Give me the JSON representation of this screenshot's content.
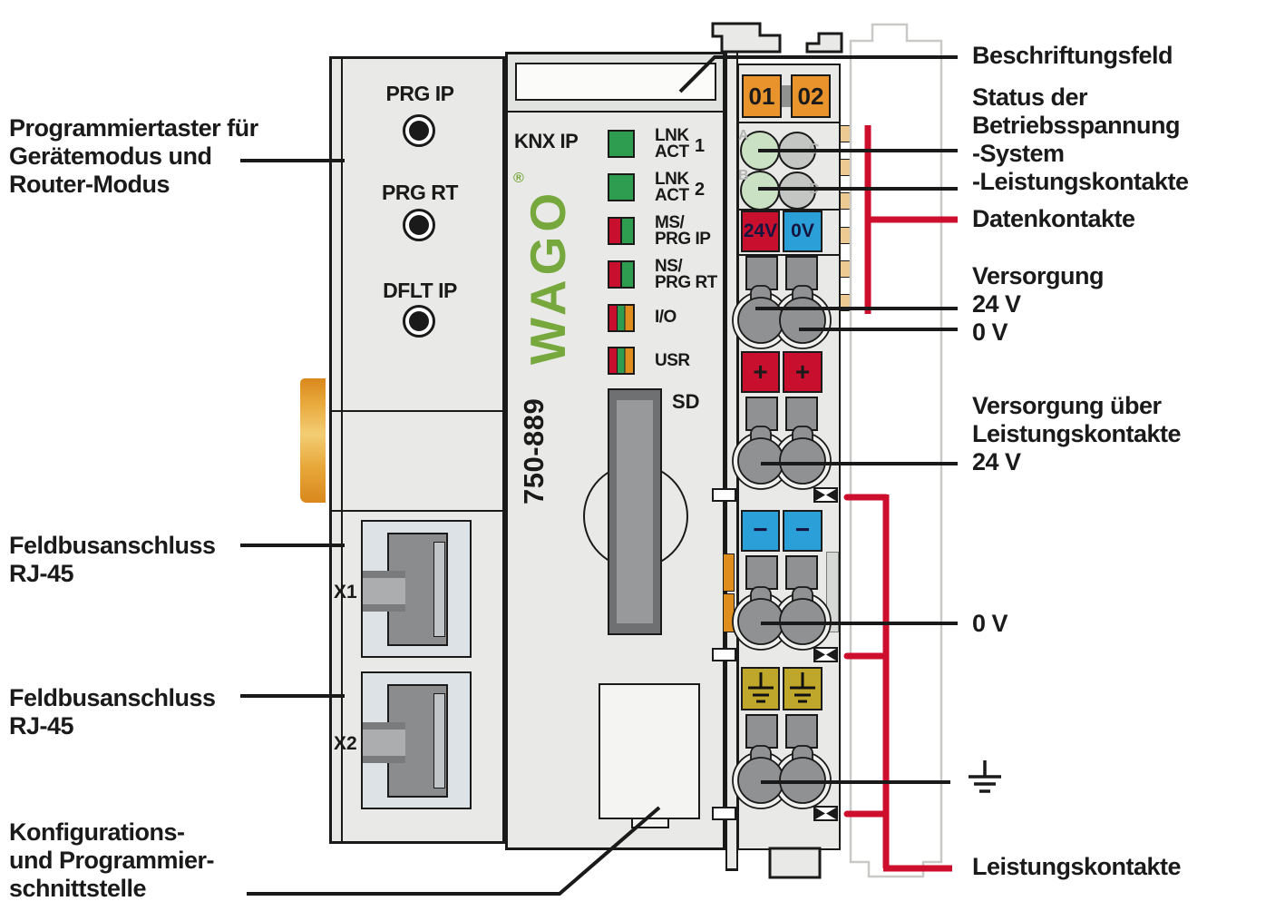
{
  "left_labels": {
    "programming_buttons": "Programmiertaster für\nGerätemodus und\nRouter-Modus",
    "fieldbus_1": "Feldbusanschluss\nRJ-45",
    "fieldbus_2": "Feldbusanschluss\nRJ-45",
    "config_interface": "Konfigurations-\nund Programmier-\nschnittstelle"
  },
  "right_labels": {
    "labeling_field": "Beschriftungsfeld",
    "supply_status": "Status der\nBetriebsspannung\n-System\n-Leistungskontakte",
    "data_contacts": "Datenkontakte",
    "supply": "Versorgung\n24 V\n0 V",
    "supply_via_power_contacts": "Versorgung über\nLeistungskontakte\n24 V",
    "zero_volt": "0 V",
    "ground_icon": "earth-ground",
    "power_contacts": "Leistungskontakte"
  },
  "device": {
    "buttons": {
      "prg_ip": "PRG IP",
      "prg_rt": "PRG RT",
      "dflt_ip": "DFLT IP"
    },
    "bus": "KNX IP",
    "brand": {
      "logo": "WAGO",
      "registered": "®"
    },
    "model": "750-889",
    "sd": "SD",
    "leds": [
      {
        "label": "LNK\nACT",
        "digit": "1",
        "colors": [
          "green"
        ]
      },
      {
        "label": "LNK\nACT",
        "digit": "2",
        "colors": [
          "green"
        ]
      },
      {
        "label": "MS/\nPRG IP",
        "digit": "",
        "colors": [
          "red",
          "green"
        ]
      },
      {
        "label": "NS/\nPRG RT",
        "digit": "",
        "colors": [
          "red",
          "green"
        ]
      },
      {
        "label": "I/O",
        "digit": "",
        "colors": [
          "red",
          "green",
          "orange"
        ]
      },
      {
        "label": "USR",
        "digit": "",
        "colors": [
          "red",
          "green",
          "orange"
        ]
      }
    ],
    "ports": {
      "x1": "X1",
      "x2": "X2"
    },
    "terminals": {
      "slot_01": "01",
      "slot_02": "02",
      "contact_letters": [
        "A",
        "B",
        "C",
        "D"
      ],
      "v24": "24V",
      "v0": "0V",
      "plus": "+",
      "minus": "−"
    }
  },
  "colors": {
    "wago_green": "#76A83E",
    "led_green": "#2F9D50",
    "signal_red": "#C8102E",
    "signal_blue": "#2B9FD8",
    "signal_orange": "#E8932C",
    "ground_olive": "#BFA72B",
    "pointer_red": "#CE0E2D",
    "module_gray": "#E9EAE7"
  }
}
